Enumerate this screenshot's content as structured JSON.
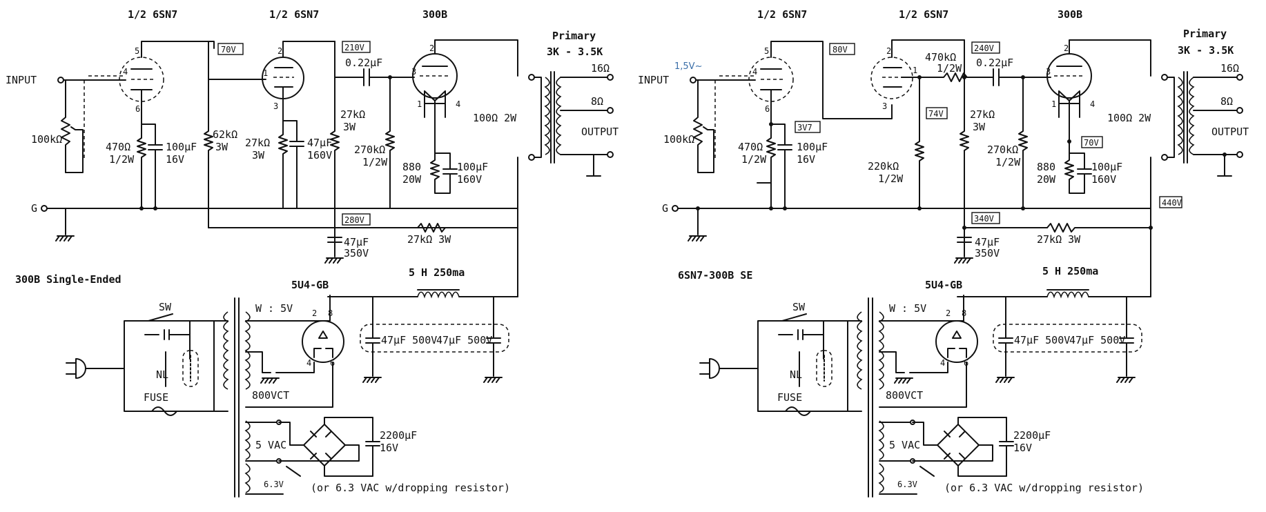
{
  "schematics": [
    {
      "id": "left",
      "title": "300B Single-Ended",
      "tubes": {
        "stage1": "1/2 6SN7",
        "stage2": "1/2 6SN7",
        "output": "300B",
        "rectifier": "5U4-GB"
      },
      "voltage_tags": [
        "70V",
        "210V",
        "280V"
      ],
      "components": {
        "input": "INPUT",
        "ground": "G",
        "pot": "100kΩ",
        "r_k1": [
          "470Ω",
          "1/2W"
        ],
        "c_k1": [
          "100μF",
          "16V"
        ],
        "r_62k": [
          "62kΩ",
          "3W"
        ],
        "r_k2": [
          "27kΩ",
          "3W"
        ],
        "c_k2": [
          "47μF",
          "160V"
        ],
        "r_27k_plate": [
          "27kΩ",
          "3W"
        ],
        "c_coupling": "0.22μF",
        "r_grid": [
          "270kΩ",
          "1/2W"
        ],
        "r_hum": "100Ω 2W",
        "r_k3": [
          "880",
          "20W"
        ],
        "c_k3": [
          "100μF",
          "160V"
        ],
        "c_supply": [
          "47μF",
          "350V"
        ],
        "r_dropper": "27kΩ 3W",
        "choke": "5 H 250ma",
        "c_filter1": "47μF 500V",
        "c_filter2": "47μF 500V",
        "c_heater": [
          "2200μF",
          "16V"
        ]
      },
      "transformer": {
        "primary": "Primary",
        "impedance": "3K - 3.5K",
        "taps": [
          "16Ω",
          "8Ω"
        ],
        "output": "OUTPUT"
      },
      "power": {
        "sw": "SW",
        "nl": "NL",
        "fuse": "FUSE",
        "w5v": "W : 5V",
        "hv": "800VCT",
        "vac": "5 VAC",
        "v63": "6.3V",
        "note": "(or 6.3 VAC w/dropping resistor)"
      }
    },
    {
      "id": "right",
      "title": "6SN7-300B SE",
      "tubes": {
        "stage1": "1/2 6SN7",
        "stage2": "1/2 6SN7",
        "output": "300B",
        "rectifier": "5U4-GB"
      },
      "input_level": "1,5V~",
      "voltage_tags": [
        "80V",
        "240V",
        "3V7",
        "74V",
        "70V",
        "340V",
        "440V"
      ],
      "components": {
        "input": "INPUT",
        "ground": "G",
        "pot": "100kΩ",
        "r_k1": [
          "470Ω",
          "1/2W"
        ],
        "c_k1": [
          "100μF",
          "16V"
        ],
        "r_series": [
          "470kΩ",
          "1/2W"
        ],
        "r_220k": [
          "220kΩ",
          "1/2W"
        ],
        "r_27k_plate": [
          "27kΩ",
          "3W"
        ],
        "c_coupling": "0.22μF",
        "r_grid": [
          "270kΩ",
          "1/2W"
        ],
        "r_hum": "100Ω 2W",
        "r_k3": [
          "880",
          "20W"
        ],
        "c_k3": [
          "100μF",
          "160V"
        ],
        "c_supply": [
          "47μF",
          "350V"
        ],
        "r_dropper": "27kΩ 3W",
        "choke": "5 H 250ma",
        "c_filter1": "47μF 500V",
        "c_filter2": "47μF 500V",
        "c_heater": [
          "2200μF",
          "16V"
        ]
      },
      "transformer": {
        "primary": "Primary",
        "impedance": "3K - 3.5K",
        "taps": [
          "16Ω",
          "8Ω"
        ],
        "output": "OUTPUT"
      },
      "power": {
        "sw": "SW",
        "nl": "NL",
        "fuse": "FUSE",
        "w5v": "W : 5V",
        "hv": "800VCT",
        "vac": "5 VAC",
        "v63": "6.3V",
        "note": "(or 6.3 VAC w/dropping resistor)"
      }
    }
  ]
}
